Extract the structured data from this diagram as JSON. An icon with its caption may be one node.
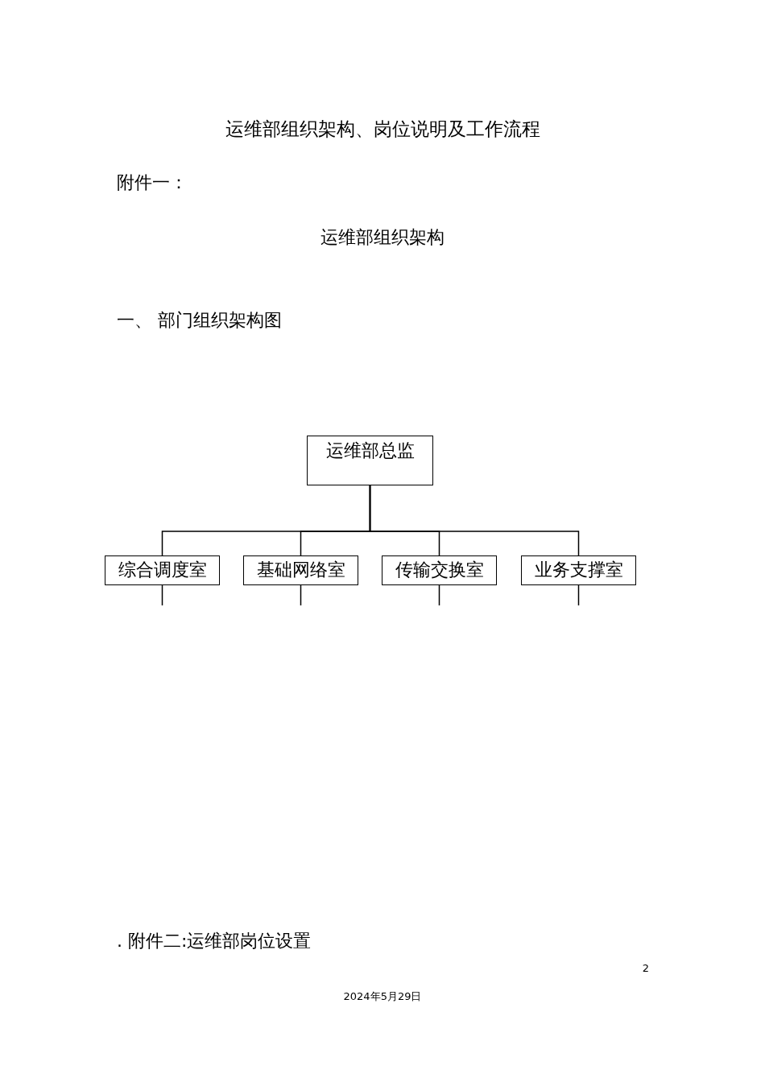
{
  "diagram": {
    "title": "运维部组织架构、岗位说明及工作流程",
    "nodes": [
      {
        "text": [
          "运维部总监"
        ]
      },
      {
        "text": [
          "综合调度室"
        ]
      },
      {
        "text": [
          "基础网络室"
        ]
      },
      {
        "text": [
          "传输交换室"
        ]
      },
      {
        "text": [
          "业务支撑室"
        ]
      }
    ],
    "edges": [
      {
        "from": 0,
        "to": 1,
        "arrow": "none"
      },
      {
        "from": 0,
        "to": 2,
        "arrow": "none"
      },
      {
        "from": 0,
        "to": 3,
        "arrow": "none"
      },
      {
        "from": 0,
        "to": 4,
        "arrow": "none"
      },
      {
        "from": 1,
        "to": null,
        "arrow": "none"
      },
      {
        "from": 2,
        "to": null,
        "arrow": "none"
      },
      {
        "from": 3,
        "to": null,
        "arrow": "none"
      },
      {
        "from": 4,
        "to": null,
        "arrow": "none"
      }
    ],
    "labels": [
      "附件一：",
      "运维部组织架构",
      "一、 部门组织架构图",
      ". 附件二:运维部岗位设置",
      "2",
      "2024年5月29日"
    ]
  }
}
